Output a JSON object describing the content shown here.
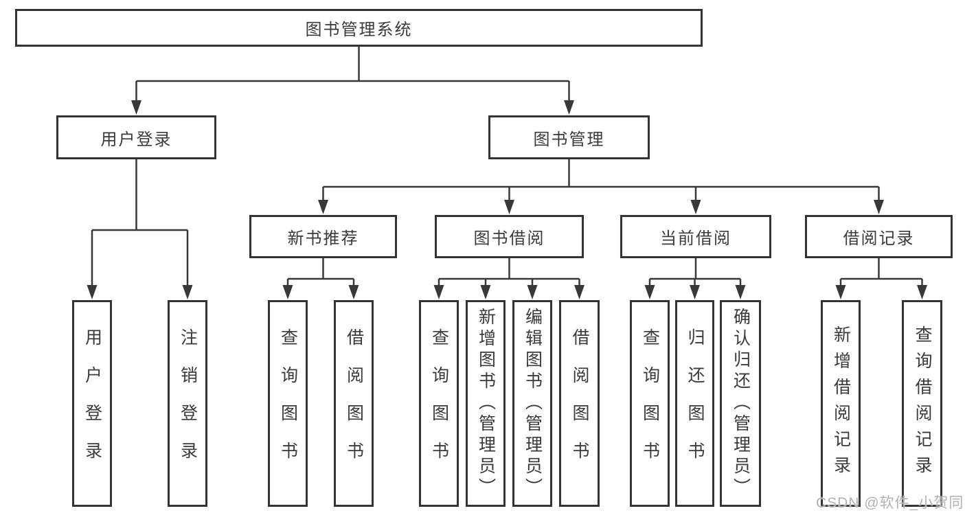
{
  "diagram": {
    "root": {
      "label": "图书管理系统"
    },
    "level2": [
      {
        "label": "用户登录"
      },
      {
        "label": "图书管理"
      }
    ],
    "level3": [
      {
        "label": "新书推荐"
      },
      {
        "label": "图书借阅"
      },
      {
        "label": "当前借阅"
      },
      {
        "label": "借阅记录"
      }
    ],
    "leaves": {
      "user_login": [
        "用户登录",
        "注销登录"
      ],
      "new_book": [
        "查询图书",
        "借阅图书"
      ],
      "book_borrow": [
        "查询图书",
        "新增图书（管理员）",
        "编辑图书（管理员）",
        "借阅图书"
      ],
      "current_borrow": [
        "查询图书",
        "归还图书",
        "确认归还（管理员）"
      ],
      "borrow_record": [
        "新增借阅记录",
        "查询借阅记录"
      ]
    }
  },
  "watermark": "CSDN @软件_小贺同学",
  "colors": {
    "line": "#383838",
    "border": "#333333",
    "text": "#3a3a3a",
    "watermark": "#b2b2b6",
    "background": "#ffffff"
  }
}
